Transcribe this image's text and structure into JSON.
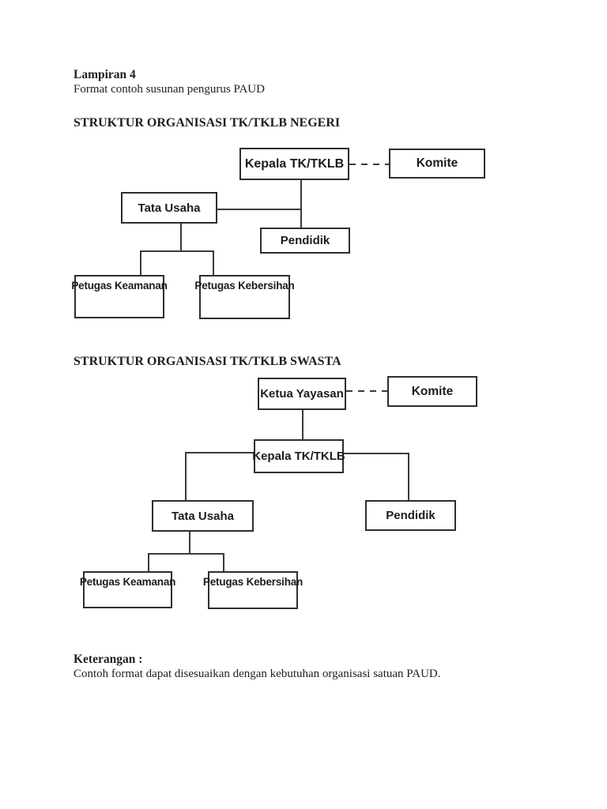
{
  "document": {
    "appendix_label": "Lampiran 4",
    "appendix_description": "Format contoh susunan pengurus PAUD",
    "note_label": "Keterangan :",
    "note_text": "Contoh format dapat disesuaikan dengan kebutuhan organisasi satuan PAUD."
  },
  "diagram_negeri": {
    "heading": "STRUKTUR ORGANISASI TK/TKLB NEGERI",
    "nodes": {
      "kepala": "Kepala TK/TKLB",
      "komite": "Komite",
      "tata_usaha": "Tata Usaha",
      "pendidik": "Pendidik",
      "petugas_keamanan": "Petugas Keamanan",
      "petugas_kebersihan": "Petugas Kebersihan"
    }
  },
  "diagram_swasta": {
    "heading": "STRUKTUR ORGANISASI TK/TKLB SWASTA",
    "nodes": {
      "ketua_yayasan": "Ketua Yayasan",
      "komite": "Komite",
      "kepala": "Kepala TK/TKLB",
      "tata_usaha": "Tata Usaha",
      "pendidik": "Pendidik",
      "petugas_keamanan": "Petugas Keamanan",
      "petugas_kebersihan": "Petugas Kebersihan"
    }
  },
  "colors": {
    "page_background": "#ffffff",
    "ink": "#1e1e1e",
    "line": "#3a3a3a"
  }
}
